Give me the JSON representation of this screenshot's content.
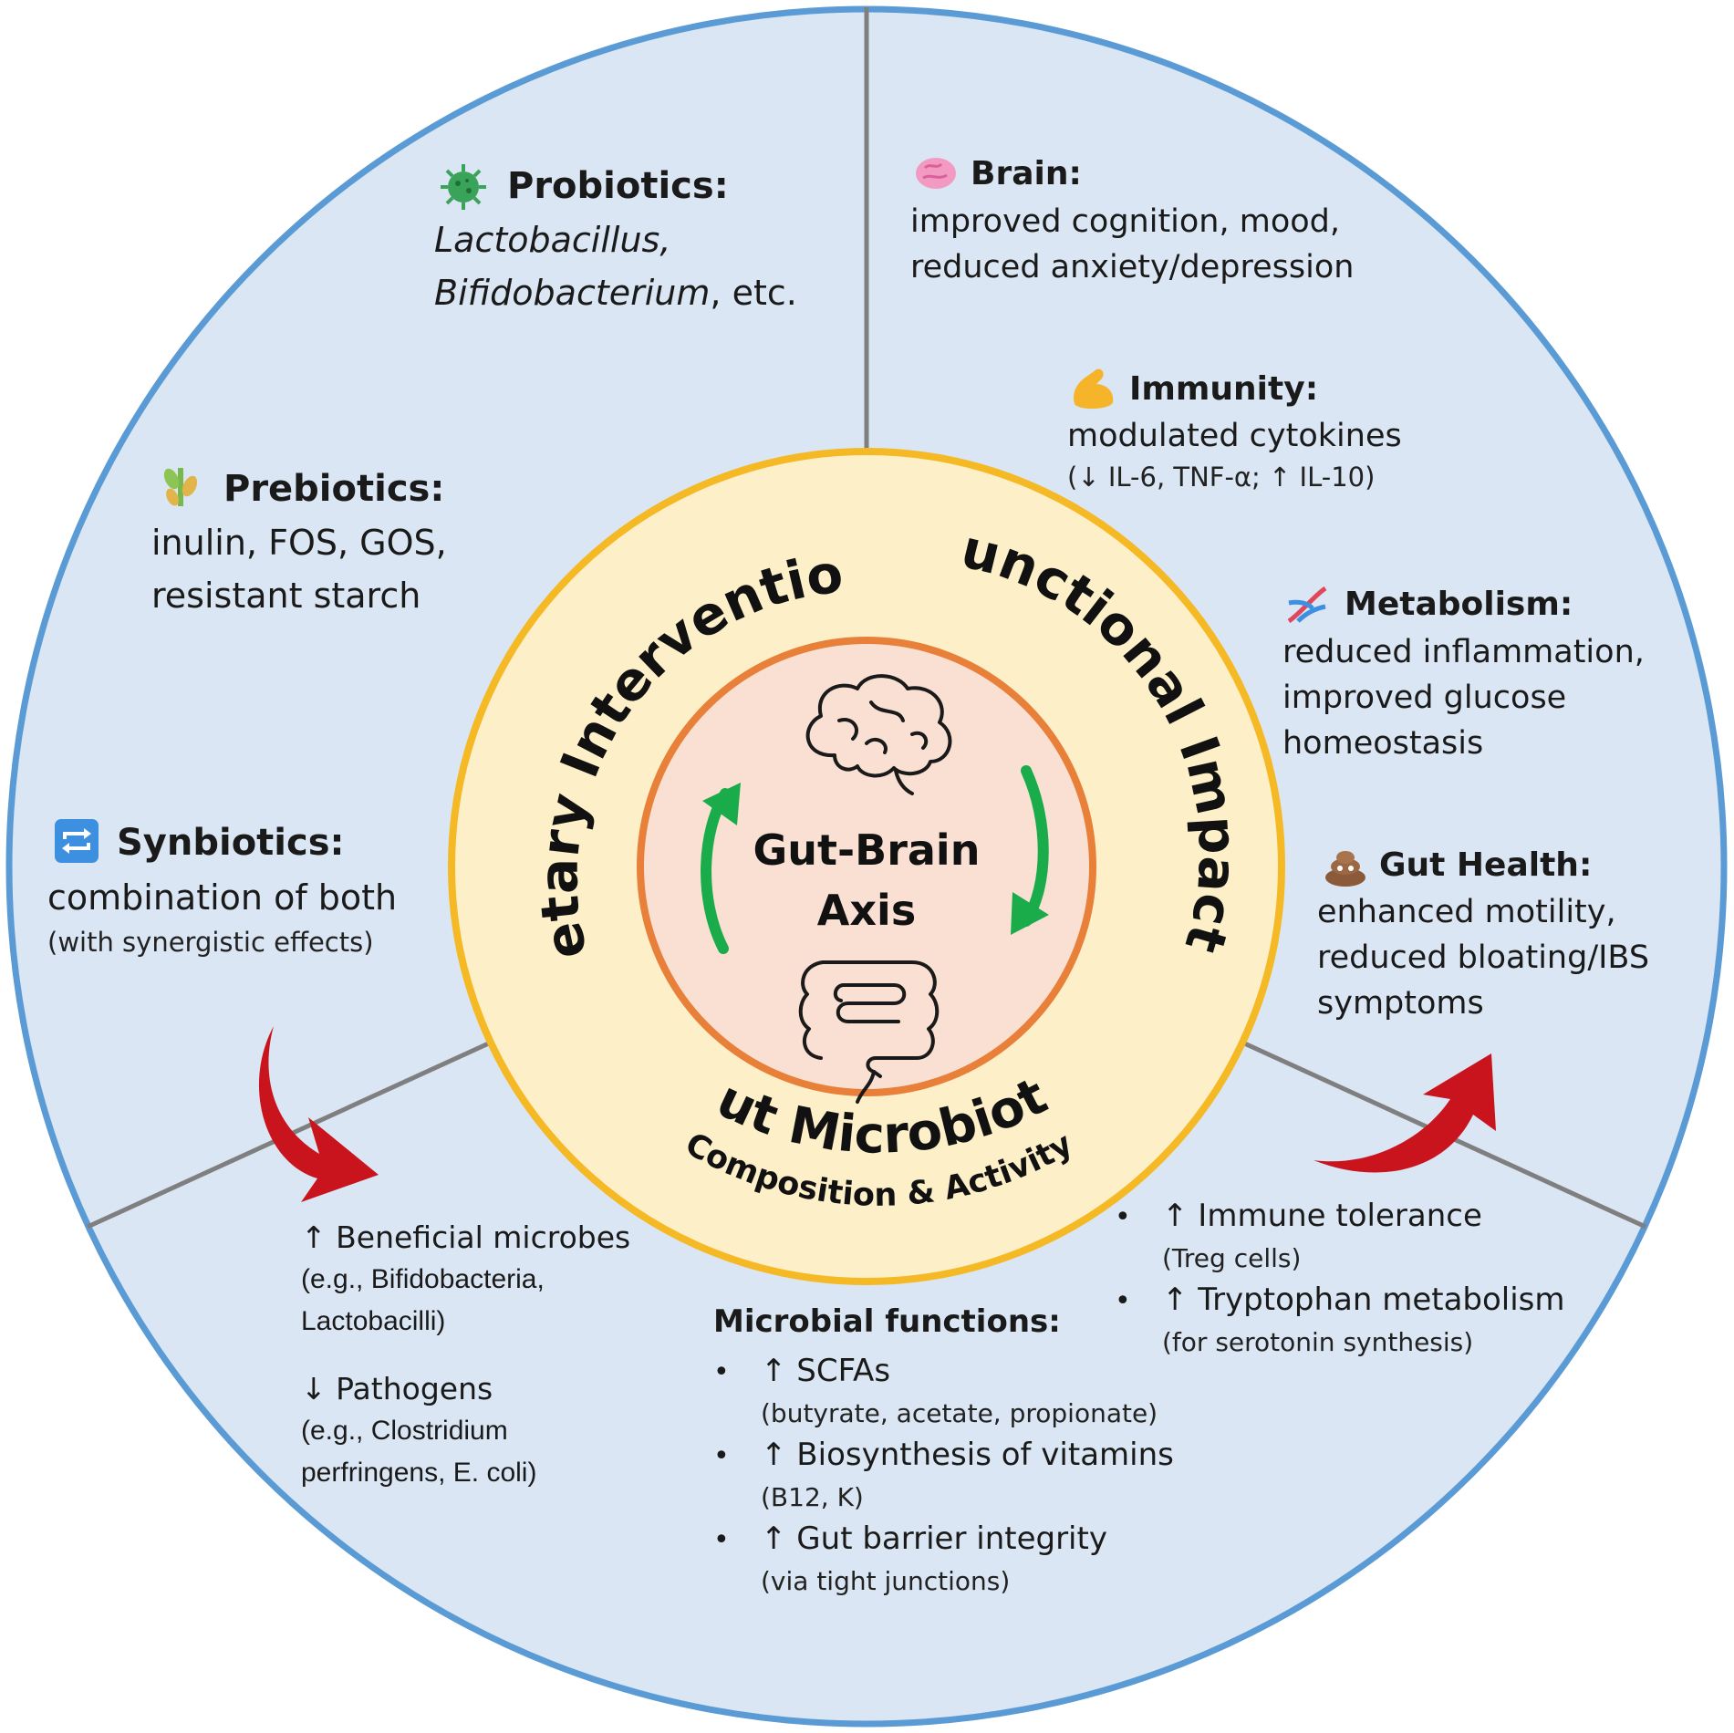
{
  "center": {
    "line1": "Gut-Brain",
    "line2": "Axis"
  },
  "ring_labels": {
    "dietary": "Dietary Interventions",
    "functional": "Functional Impacts",
    "microbiota": "Gut Microbiota",
    "microbiota_sub": "Composition & Activity"
  },
  "interventions": {
    "probiotics": {
      "title": "Probiotics",
      "line1": "Lactobacillus,",
      "line2_italic": "Bifidobacterium",
      "line2_rest": ", etc.",
      "icon": "microbe-icon"
    },
    "prebiotics": {
      "title": "Prebiotics",
      "line1": "inulin, FOS, GOS,",
      "line2": "resistant starch",
      "icon": "plant-icon"
    },
    "synbiotics": {
      "title": "Synbiotics",
      "line1": "combination of both",
      "note": "(with synergistic effects)",
      "icon": "repeat-icon"
    }
  },
  "impacts": {
    "brain": {
      "title": "Brain",
      "line1": "improved cognition, mood,",
      "line2": "reduced anxiety/depression",
      "icon": "brain-icon"
    },
    "immunity": {
      "title": "Immunity",
      "line1": "modulated cytokines",
      "note": "(↓ IL-6, TNF-α; ↑ IL-10)",
      "icon": "flexed-arm-icon"
    },
    "metabolism": {
      "title": "Metabolism",
      "line1": "reduced inflammation,",
      "line2": "improved glucose",
      "line3": "homeostasis",
      "icon": "dna-icon"
    },
    "gut_health": {
      "title": "Gut Health",
      "line1": "enhanced motility,",
      "line2": "reduced bloating/IBS",
      "line3": "symptoms",
      "icon": "poop-icon"
    }
  },
  "microbes": {
    "beneficial": "↑ Beneficial microbes",
    "beneficial_eg1": "(e.g., Bifidobacteria,",
    "beneficial_eg2": "Lactobacilli)",
    "pathogens": "↓ Pathogens",
    "pathogens_eg1": "(e.g., Clostridium",
    "pathogens_eg2": "perfringens, E. coli)"
  },
  "microbial_functions": {
    "title": "Microbial functions:",
    "items": [
      {
        "label": "↑ SCFAs",
        "sub": "(butyrate, acetate, propionate)"
      },
      {
        "label": "↑ Biosynthesis of vitamins",
        "sub": "(B12, K)"
      },
      {
        "label": "↑ Gut barrier integrity",
        "sub": "(via tight junctions)"
      }
    ]
  },
  "immune_items": [
    {
      "label": "↑ Immune tolerance",
      "sub": "(Treg cells)"
    },
    {
      "label": "↑ Tryptophan metabolism",
      "sub": "(for serotonin synthesis)"
    }
  ],
  "colors": {
    "outer_fill": "#dae6f3",
    "outer_stroke": "#5b9bd5",
    "ring_fill": "#fdf0c8",
    "ring_stroke": "#f5b925",
    "core_fill": "#f9e0d3",
    "core_stroke": "#e8803a",
    "divider": "#7f7f7f",
    "cycle_arrow": "#1aab4a",
    "curved_arrow": "#c9141e"
  }
}
